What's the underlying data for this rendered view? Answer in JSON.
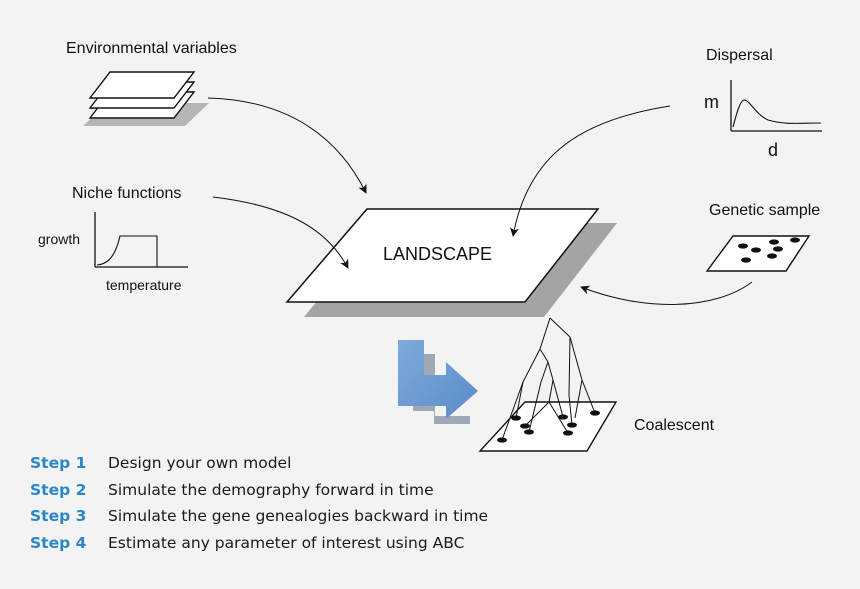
{
  "labels": {
    "environmental_variables": "Environmental variables",
    "dispersal": "Dispersal",
    "dispersal_y": "m",
    "dispersal_x": "d",
    "niche_functions": "Niche functions",
    "niche_y": "growth",
    "niche_x": "temperature",
    "genetic_sample": "Genetic sample",
    "landscape": "LANDSCAPE",
    "coalescent": "Coalescent"
  },
  "steps": [
    {
      "label": "Step 1",
      "text": "Design your own model"
    },
    {
      "label": "Step 2",
      "text": "Simulate the demography forward in time"
    },
    {
      "label": "Step 3",
      "text": "Simulate the gene genealogies backward in time"
    },
    {
      "label": "Step 4",
      "text": "Estimate any parameter of interest using ABC"
    }
  ],
  "colors": {
    "step_label": "#2b86c5",
    "arrow_fill": "#6b9bd1",
    "background": "#f3f3f3"
  }
}
